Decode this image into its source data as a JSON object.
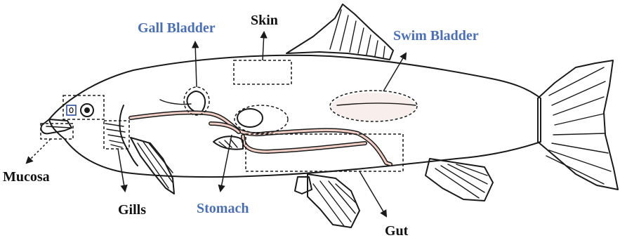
{
  "labels": {
    "gall_bladder": "Gall Bladder",
    "skin": "Skin",
    "swim_bladder": "Swim Bladder",
    "mucosa": "Mucosa",
    "gills": "Gills",
    "stomach": "Stomach",
    "gut": "Gut"
  },
  "colors": {
    "body_fill": "#efc2b9",
    "label_blue": "#4a6fb5",
    "label_black": "#111111",
    "outline": "#1a1a1a"
  }
}
